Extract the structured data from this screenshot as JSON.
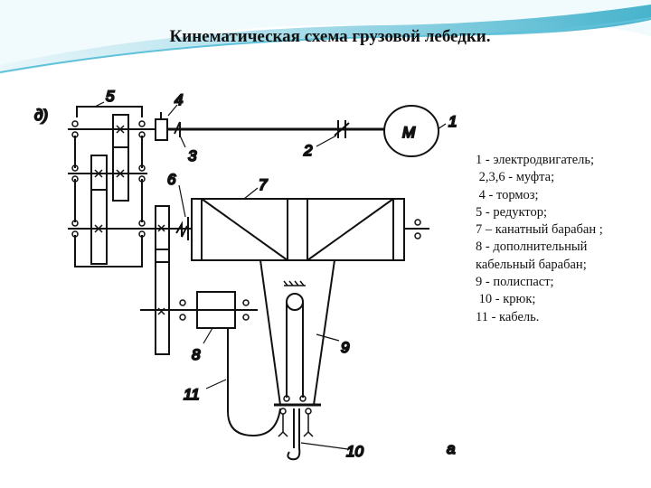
{
  "title": "Кинематическая схема грузовой лебедки.",
  "diagram": {
    "variant_label": "д)",
    "corner_label": "а",
    "motor_symbol": "М",
    "part_numbers": [
      "1",
      "2",
      "3",
      "4",
      "5",
      "6",
      "7",
      "8",
      "9",
      "10",
      "11"
    ]
  },
  "legend": [
    "1 - электродвигатель;",
    " 2,3,6 - муфта;",
    " 4 - тормоз;",
    "5 - редуктор;",
    "7 – канатный барабан ;",
    "8 - дополнительный",
    "кабельный барабан;",
    "9 - полиспаст;",
    " 10 - крюк;",
    "11 - кабель."
  ],
  "colors": {
    "wave_dark": "#2aa7c4",
    "wave_light": "#bfe6f0"
  }
}
